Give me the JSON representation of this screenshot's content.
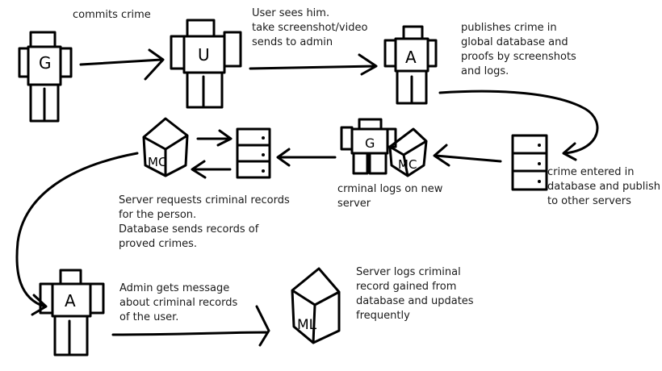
{
  "labels": {
    "commits": [
      "commits crime"
    ],
    "user_sees": [
      "User sees him.",
      "take screenshot/video",
      "sends to admin"
    ],
    "publishes": [
      "publishes crime in",
      "global database and",
      "proofs by screenshots",
      "and logs."
    ],
    "crime_entered": [
      "crime entered in",
      "database and publish",
      "to other servers"
    ],
    "criminal_logs": [
      "crminal logs on new",
      "server"
    ],
    "server_requests": [
      "Server requests criminal records",
      "for the person.",
      "Database sends records of",
      "proved crimes."
    ],
    "admin_gets": [
      "Admin gets message",
      "about criminal records",
      "of the user."
    ],
    "server_logs": [
      "Server logs criminal",
      "record gained from",
      "database and updates",
      "frequently"
    ]
  },
  "figures": {
    "criminal": "G",
    "user": "U",
    "admin": "A",
    "criminal_new": "G",
    "admin_bottom": "A"
  },
  "cubes": {
    "new_server_cube": "MC",
    "left_cube": "MC",
    "bottom_cube": "ML"
  }
}
